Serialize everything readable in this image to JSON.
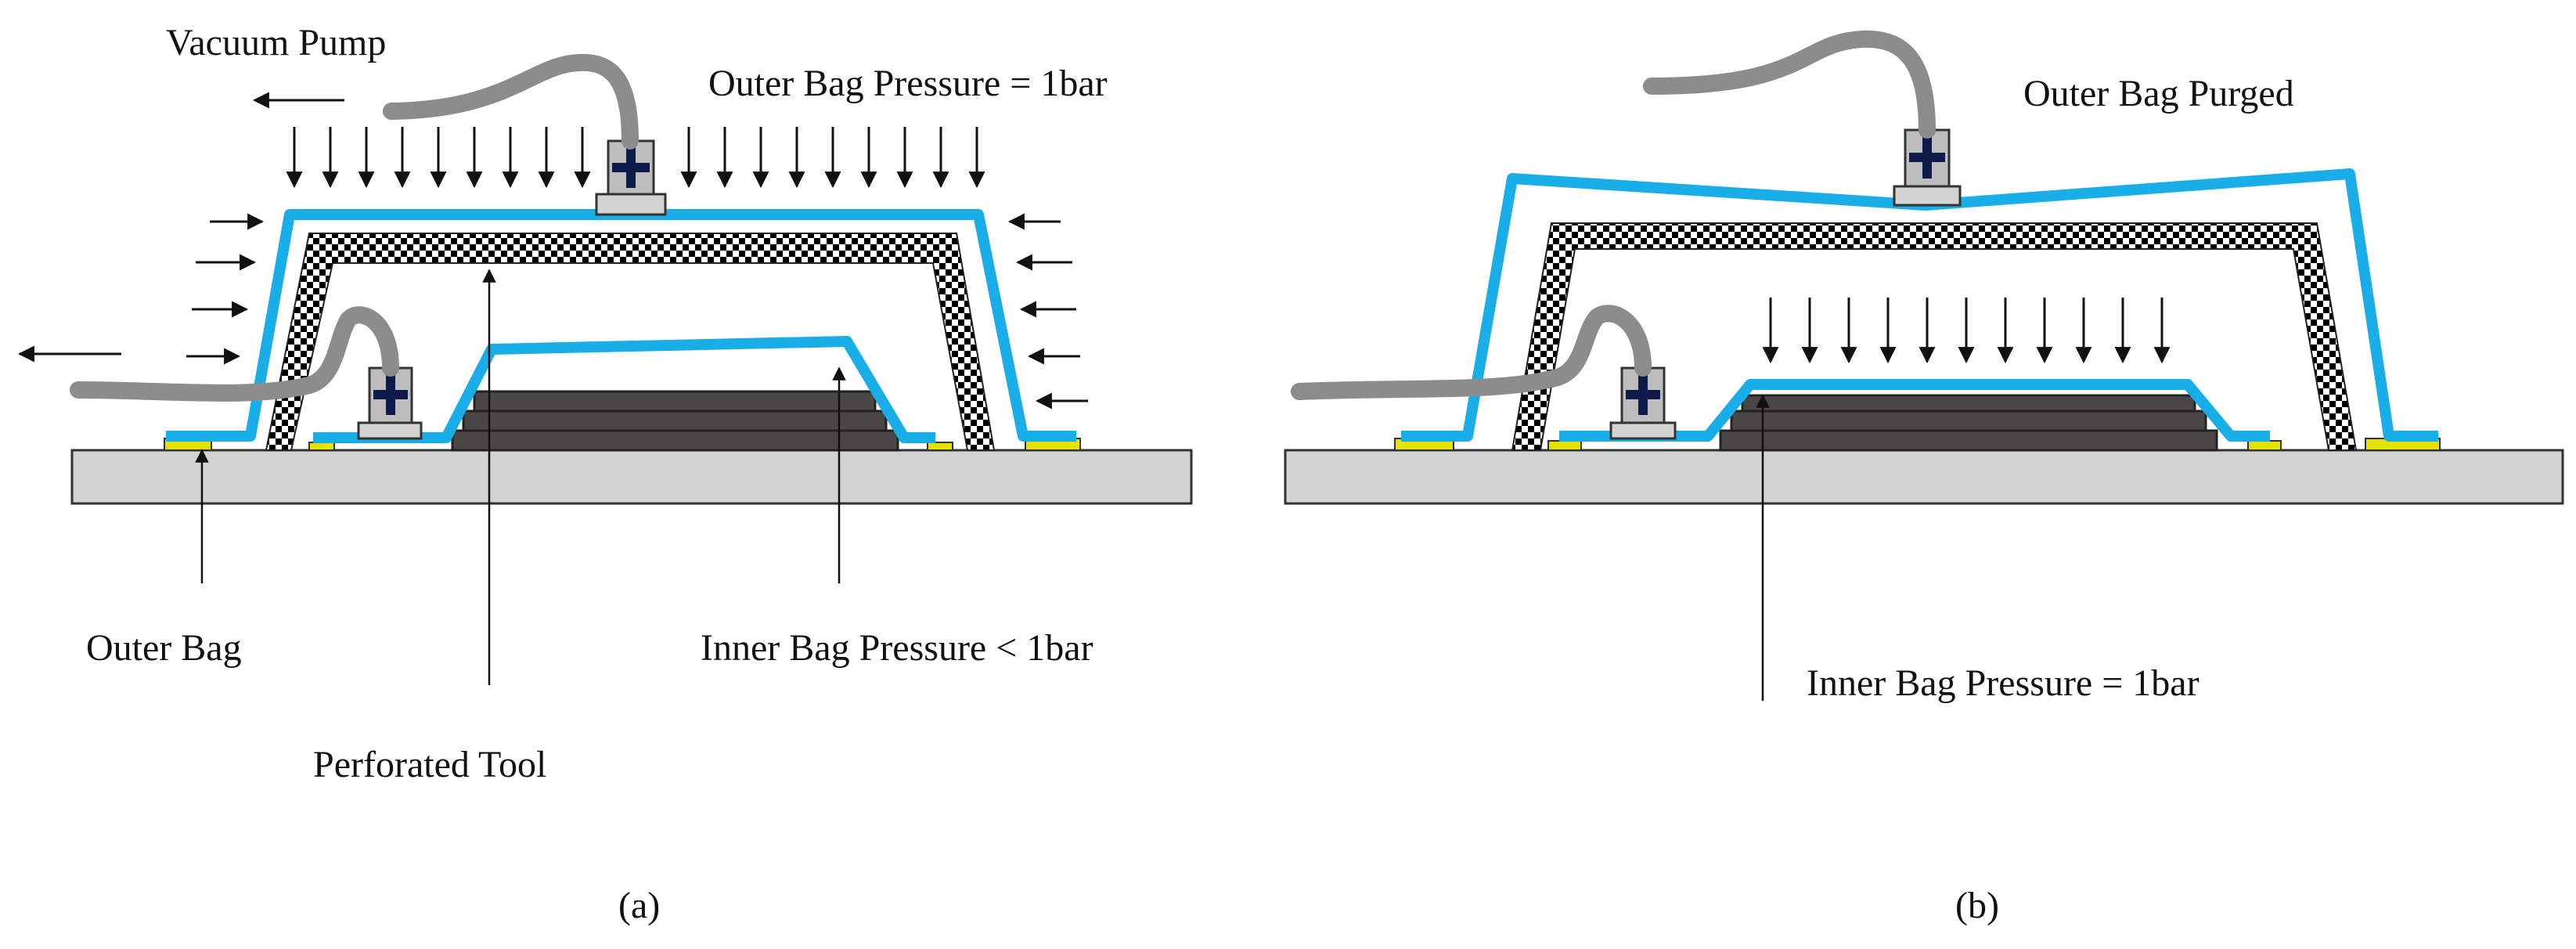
{
  "panel_a": {
    "label_vacuum_pump": "Vacuum Pump",
    "label_outer_pressure": "Outer Bag Pressure = 1bar",
    "label_outer_bag": "Outer Bag",
    "label_perforated_tool": "Perforated Tool",
    "label_inner_pressure": "Inner Bag Pressure < 1bar",
    "caption": "(a)"
  },
  "panel_b": {
    "label_outer_purged": "Outer Bag Purged",
    "label_inner_pressure": "Inner Bag Pressure = 1bar",
    "caption": "(b)"
  },
  "colors": {
    "bag_blue": "#1aaee8",
    "tool_plate": "#d3d3d3",
    "laminate": "#4a4646",
    "hose_gray": "#8c8c8c",
    "sealant_yellow": "#e6e200",
    "valve_cross": "#0e1a4a"
  }
}
